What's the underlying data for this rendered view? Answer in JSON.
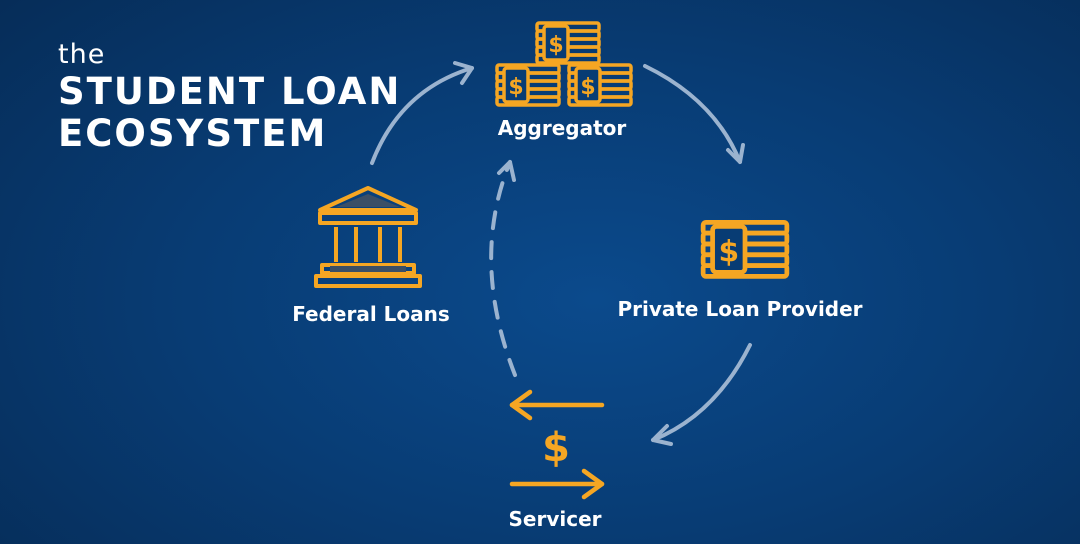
{
  "title": {
    "small": "the",
    "line1": "STUDENT LOAN",
    "line2": "ECOSYSTEM"
  },
  "nodes": {
    "aggregator": "Aggregator",
    "federal": "Federal Loans",
    "private": "Private Loan Provider",
    "servicer": "Servicer"
  },
  "colors": {
    "background": "#083c74",
    "icon": "#f5a623",
    "arrow": "#9bb3cf",
    "text": "#ffffff"
  }
}
